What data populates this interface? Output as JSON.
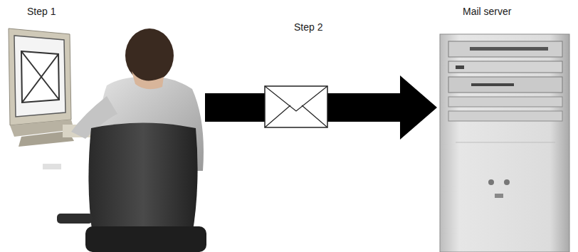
{
  "diagram": {
    "nodes": [
      {
        "text": [
          "Step 1"
        ]
      },
      {
        "text": [
          "Mail server"
        ]
      }
    ],
    "edges": [
      {
        "from": 0,
        "to": 1,
        "arrow": "to",
        "label": "Step 2"
      }
    ]
  }
}
